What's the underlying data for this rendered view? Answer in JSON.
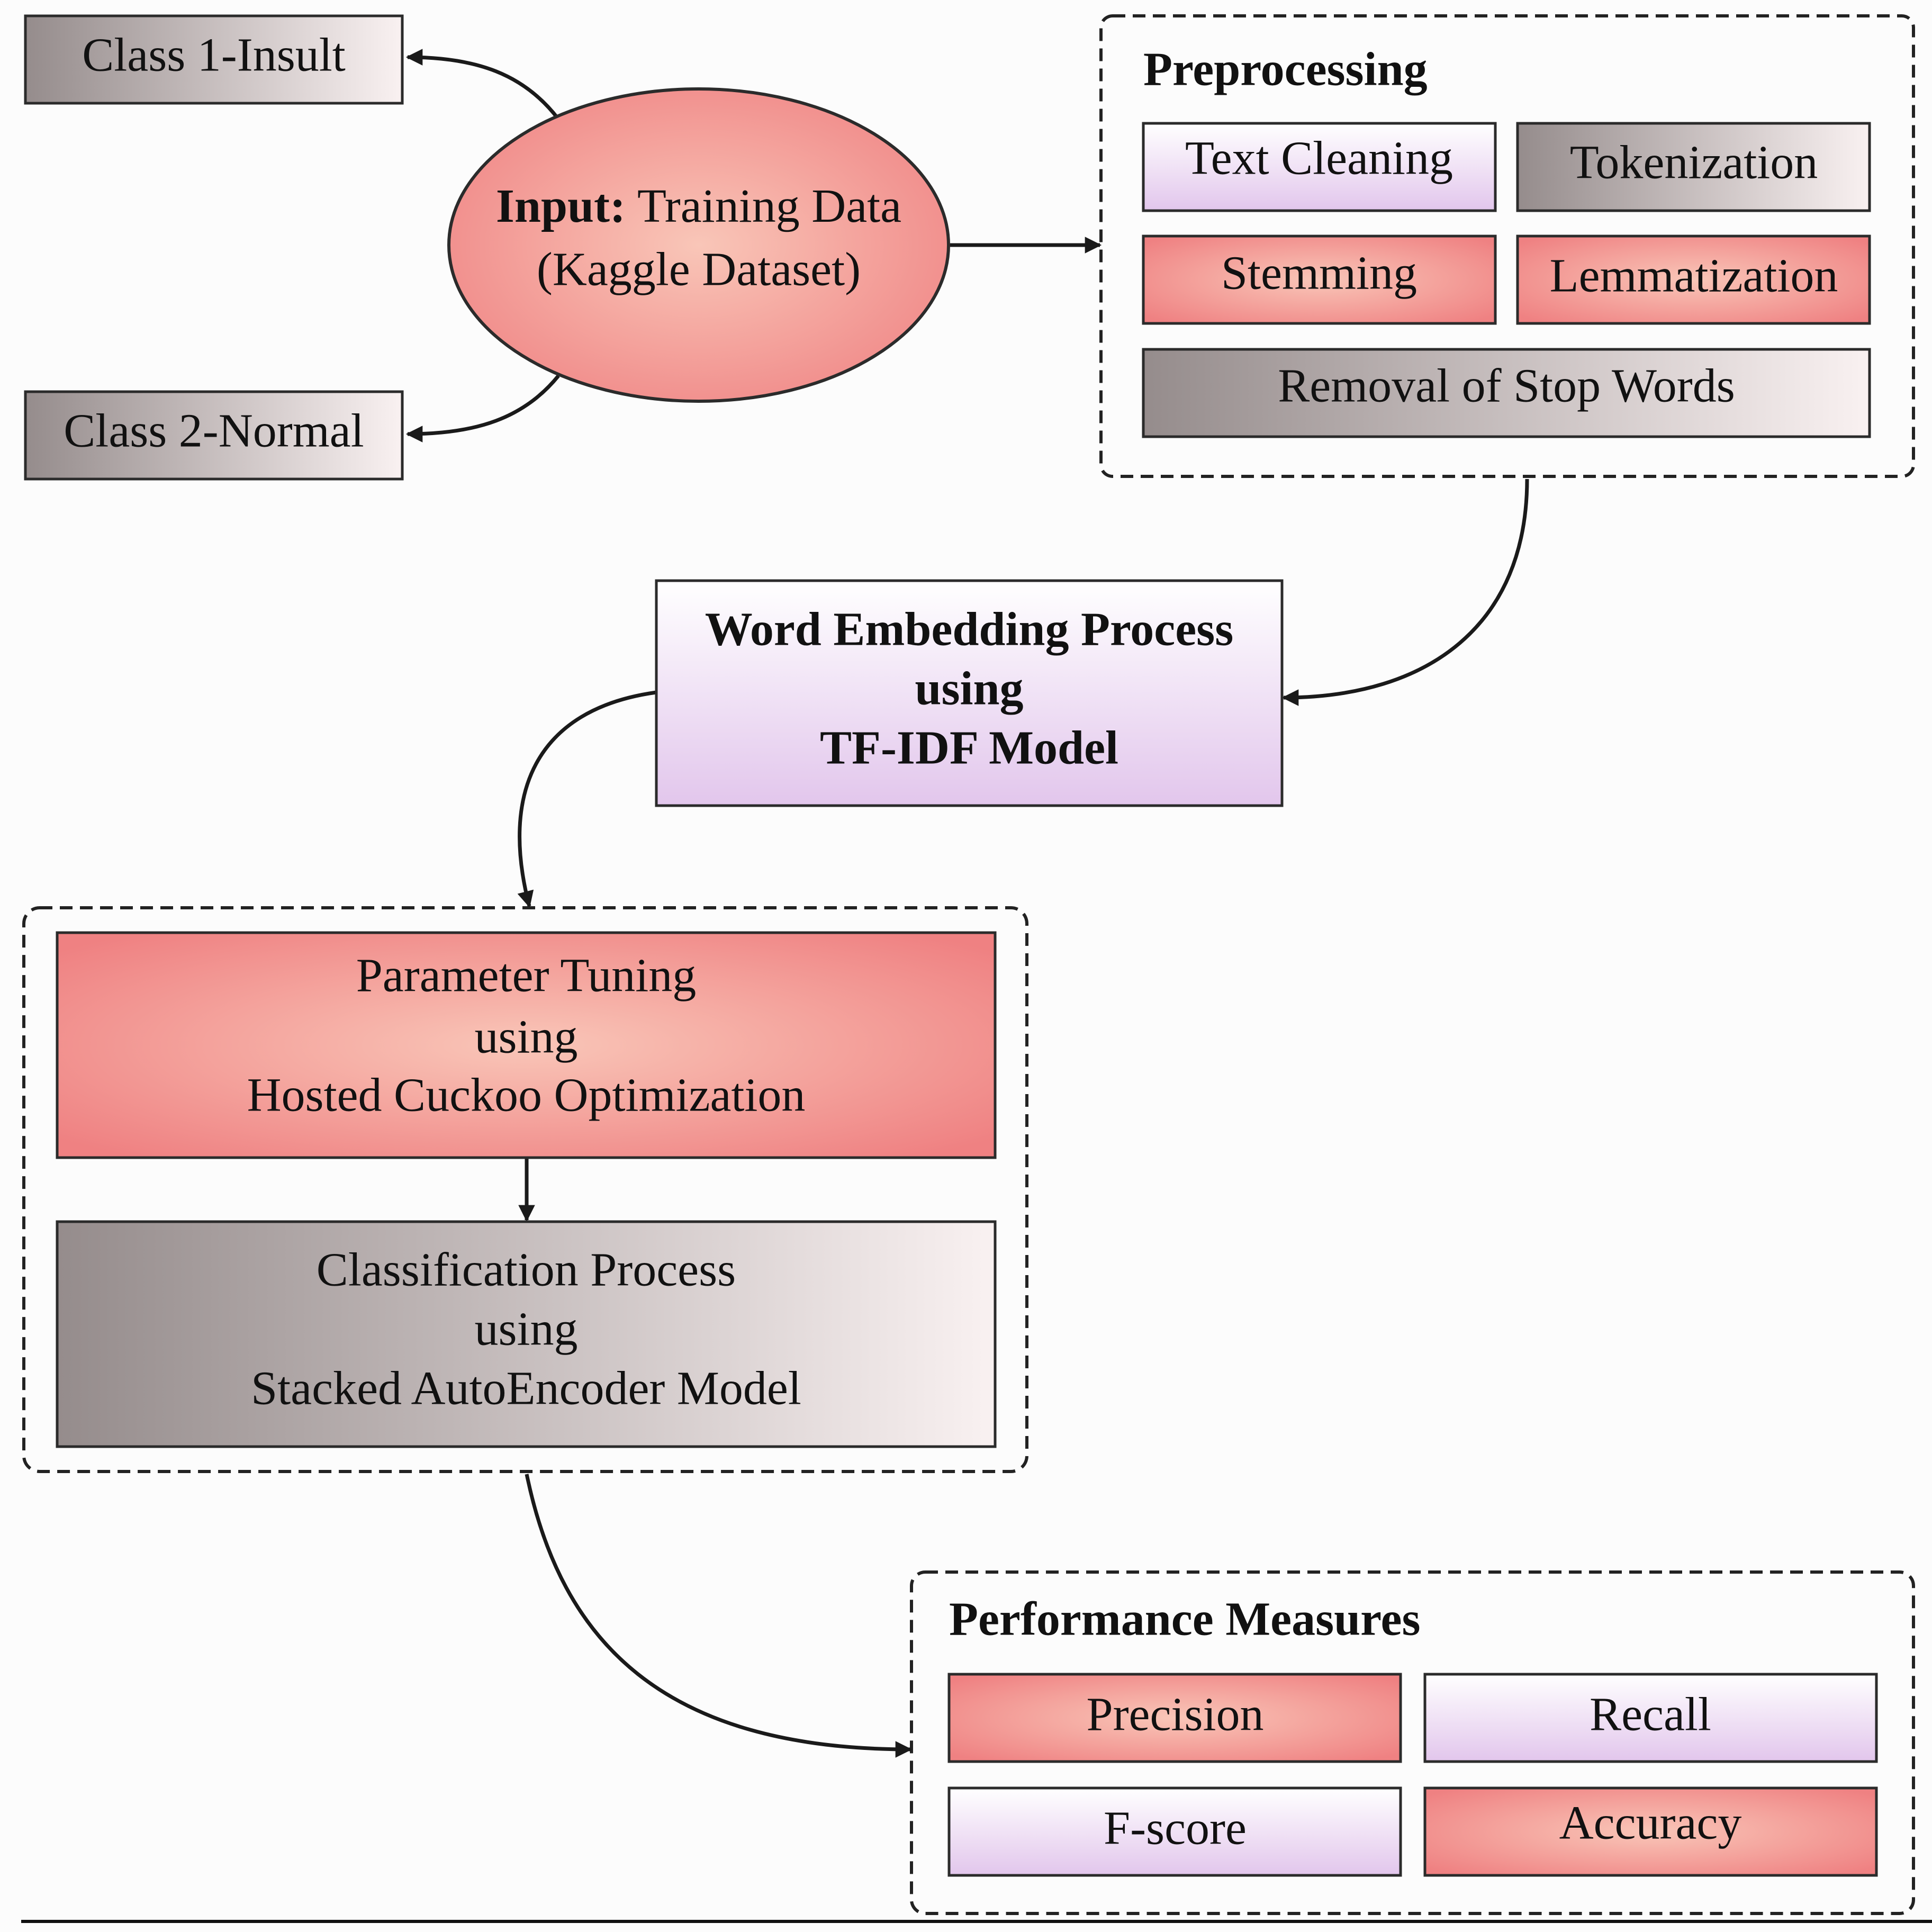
{
  "input": {
    "bold": "Input:",
    "text": "Training Data",
    "line2": "(Kaggle Dataset)"
  },
  "classes": {
    "class1": "Class 1-Insult",
    "class2": "Class 2-Normal"
  },
  "preprocessing": {
    "title": "Preprocessing",
    "text_cleaning": "Text Cleaning",
    "tokenization": "Tokenization",
    "stemming": "Stemming",
    "lemmatization": "Lemmatization",
    "stop_words": "Removal of Stop Words"
  },
  "embedding": {
    "line1": "Word Embedding Process",
    "line2": "using",
    "line3": "TF-IDF Model"
  },
  "tuning": {
    "line1": "Parameter Tuning",
    "line2": "using",
    "line3": "Hosted Cuckoo Optimization"
  },
  "classification": {
    "line1": "Classification Process",
    "line2": "using",
    "line3": "Stacked AutoEncoder Model"
  },
  "performance": {
    "title": "Performance Measures",
    "precision": "Precision",
    "recall": "Recall",
    "fscore": "F-score",
    "accuracy": "Accuracy"
  },
  "colors": {
    "pink": "#f07f80",
    "pink_light": "#f9c4b6",
    "gray_dark": "#948b8b",
    "gray_light": "#f8f0f0",
    "lavender": "#e3c8ec",
    "white": "#ffffff"
  }
}
